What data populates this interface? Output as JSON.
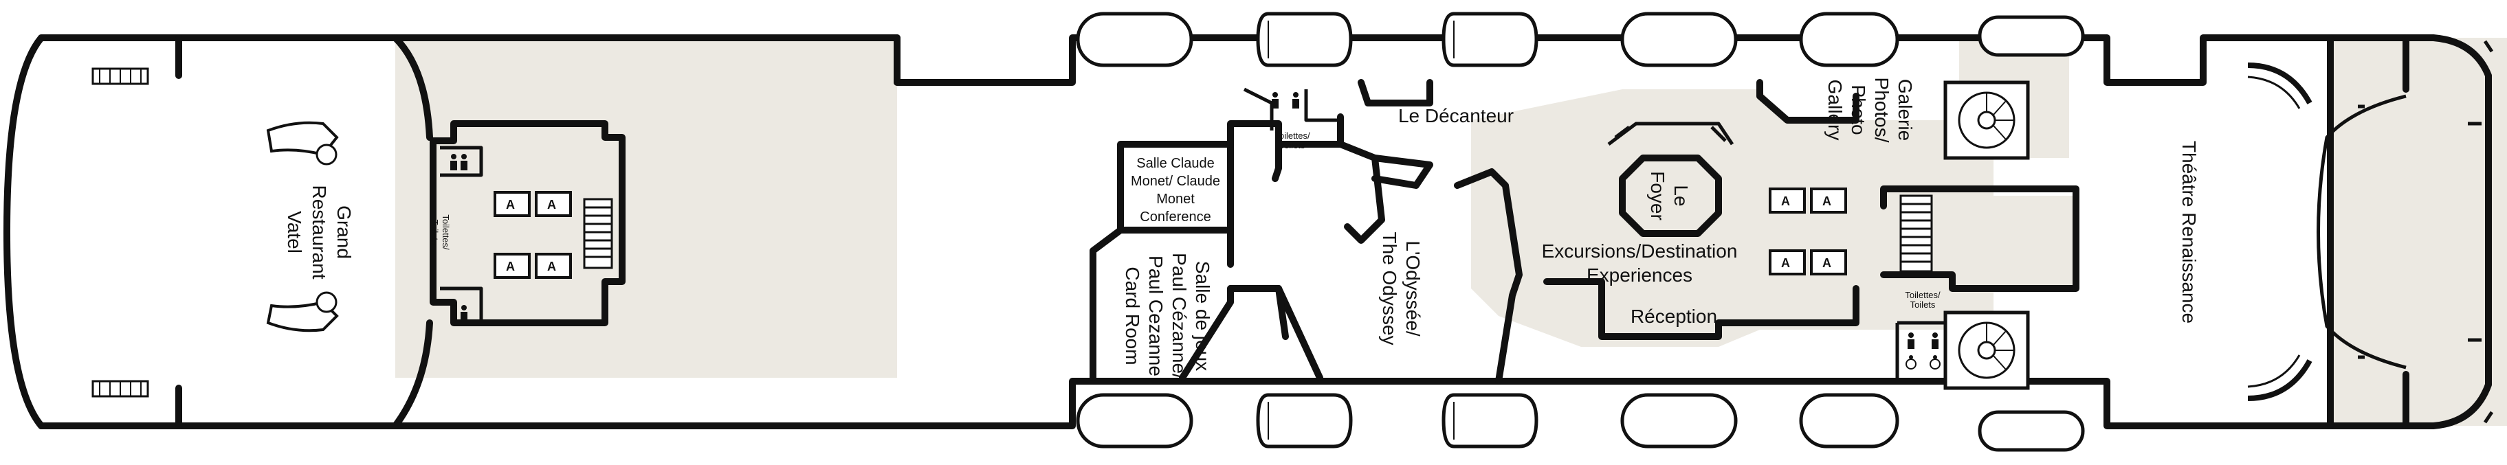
{
  "rooms": {
    "grand_restaurant": [
      "Grand",
      "Restaurant",
      "Vatel"
    ],
    "card_room": [
      "Salle de jeux",
      "Paul Cézanne/",
      "Paul Cezanne",
      "Card Room"
    ],
    "conference": [
      "Salle Claude",
      "Monet/ Claude",
      "Monet",
      "Conference"
    ],
    "decanteur": "Le Décanteur",
    "odyssee": [
      "L'Odyssée/",
      "The Odyssey"
    ],
    "foyer": [
      "Le",
      "Foyer"
    ],
    "excursions": [
      "Excursions/Destination",
      "Experiences"
    ],
    "reception": "Réception",
    "galerie": [
      "Galerie",
      "Photos/",
      "Photo",
      "Gallery"
    ],
    "theatre": "Théâtre Renaissance"
  },
  "toilets": {
    "bow": [
      "Toilettes/",
      "Toilets"
    ],
    "mid": [
      "Toilettes/",
      "Toilets"
    ],
    "aft": [
      "Toilettes/",
      "Toilets"
    ]
  },
  "elevator_label": "A",
  "colors": {
    "wall": "#111111",
    "floor_shade": "#ece9e2",
    "background": "#ffffff"
  },
  "icons": [
    "restroom-icon",
    "wheelchair-icon",
    "elevator-icon",
    "stairs-icon",
    "lifeboat-icon"
  ]
}
